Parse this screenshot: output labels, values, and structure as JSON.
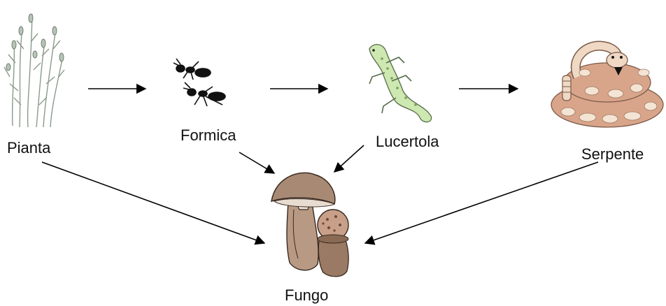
{
  "organisms": {
    "plant": {
      "label": "Pianta",
      "icon": "grass-plant-icon"
    },
    "ant": {
      "label": "Formica",
      "icon": "ant-icon"
    },
    "lizard": {
      "label": "Lucertola",
      "icon": "lizard-icon"
    },
    "snake": {
      "label": "Serpente",
      "icon": "rattlesnake-icon"
    },
    "fungus": {
      "label": "Fungo",
      "icon": "mushroom-icon"
    }
  },
  "links": [
    {
      "from": "plant",
      "to": "ant"
    },
    {
      "from": "ant",
      "to": "lizard"
    },
    {
      "from": "lizard",
      "to": "snake"
    },
    {
      "from": "plant",
      "to": "fungus"
    },
    {
      "from": "ant",
      "to": "fungus"
    },
    {
      "from": "lizard",
      "to": "fungus"
    },
    {
      "from": "snake",
      "to": "fungus"
    }
  ],
  "colors": {
    "arrow": "#000000",
    "plant": "#8a9a8a",
    "ant": "#111111",
    "lizard": "#b8d8a0",
    "snake_base": "#d9a58a",
    "snake_spots": "#f4e4d4",
    "mushroom_cap": "#a88a74",
    "mushroom_gills": "#e8dcd0"
  }
}
